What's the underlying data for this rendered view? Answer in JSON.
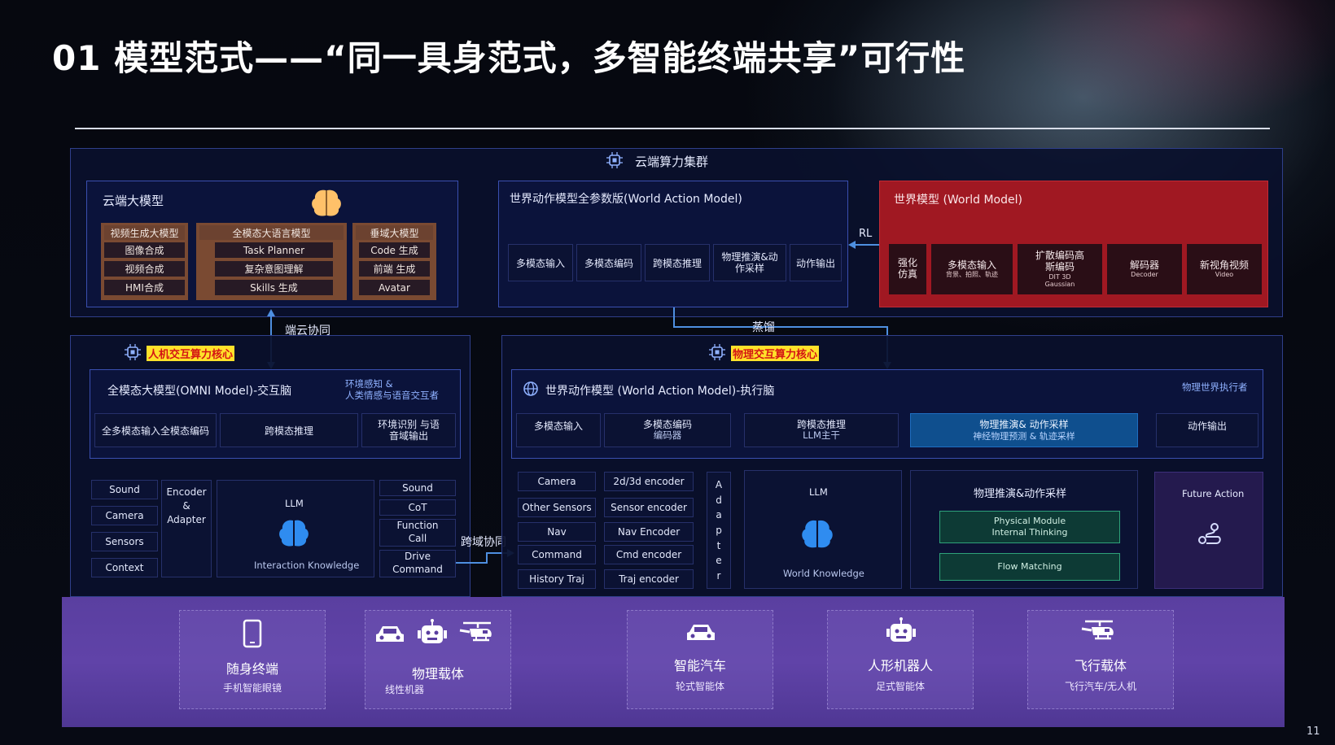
{
  "title": "01 模型范式——“同一具身范式，多智能终端共享”可行性",
  "cloud": {
    "label": "云端算力集群",
    "big_model": {
      "title": "云端大模型",
      "col1": [
        "视频生成大模型",
        "图像合成",
        "视频合成",
        "HMI合成"
      ],
      "col2": [
        "全模态大语言模型",
        "Task Planner",
        "复杂意图理解",
        "Skills 生成"
      ],
      "col3": [
        "垂域大模型",
        "Code 生成",
        "前端 生成",
        "Avatar"
      ]
    },
    "wam_full": {
      "title": "世界动作模型全参数版(World Action Model)",
      "cells": [
        "多模态输入",
        "多模态编码",
        "跨模态推理",
        "物理推演&动作采样",
        "动作输出"
      ]
    },
    "rl_label": "RL",
    "world_model": {
      "title": "世界模型 (World Model)",
      "cells": [
        {
          "main": "强化仿真",
          "sub": ""
        },
        {
          "main": "多模态输入",
          "sub": "背景、拍照、轨迹"
        },
        {
          "main": "扩散编码高斯编码",
          "sub": "DIT 3D Gaussian"
        },
        {
          "main": "解码器",
          "sub": "Decoder"
        },
        {
          "main": "新视角视频",
          "sub": "Video"
        }
      ]
    }
  },
  "edge_cloud_label": "端云协同",
  "distill_label": "蒸馏",
  "cross_domain_label": "跨域协同",
  "hci": {
    "badge": "人机交互算力核心",
    "omni_title": "全模态大模型(OMNI Model)-交互脑",
    "omni_note_1": "环境感知 &",
    "omni_note_2": "人类情感与语音交互者",
    "row": [
      "全多模态输入全模态编码",
      "跨模态推理",
      "环境识别 与语音域输出"
    ],
    "inputs": [
      "Sound",
      "Camera",
      "Sensors",
      "Context"
    ],
    "encoder": "Encoder & Adapter",
    "llm": "LLM",
    "llm_caption": "Interaction Knowledge",
    "outputs": [
      "Sound",
      "CoT",
      "Function Call",
      "Drive Command"
    ]
  },
  "phys": {
    "badge": "物理交互算力核心",
    "wam_title": "世界动作模型 (World Action Model)-执行脑",
    "wam_note": "物理世界执行者",
    "row": [
      {
        "main": "多模态输入",
        "sub": ""
      },
      {
        "main": "多模态编码",
        "sub": "编码器"
      },
      {
        "main": "跨模态推理",
        "sub": "LLM主干"
      },
      {
        "main": "物理推演& 动作采样",
        "sub": "神经物理预测 & 轨迹采样"
      },
      {
        "main": "动作输出",
        "sub": ""
      }
    ],
    "inputs": [
      "Camera",
      "Other Sensors",
      "Nav",
      "Command",
      "History Traj"
    ],
    "encoders": [
      "2d/3d encoder",
      "Sensor encoder",
      "Nav Encoder",
      "Cmd encoder",
      "Traj encoder"
    ],
    "adapter_letters": [
      "A",
      "d",
      "a",
      "p",
      "t",
      "e",
      "r"
    ],
    "llm": "LLM",
    "llm_caption": "World Knowledge",
    "sampling_title": "物理推演&动作采样",
    "physical_module_1": "Physical Module",
    "physical_module_2": "Internal Thinking",
    "flow_matching": "Flow Matching",
    "future_action": "Future Action"
  },
  "devices": [
    {
      "name": "随身终端",
      "sub": "手机智能眼镜",
      "icons": [
        "phone-icon"
      ]
    },
    {
      "name": "物理载体",
      "sub": "线性机器",
      "icons": [
        "car-icon",
        "robot-icon",
        "helicopter-icon"
      ]
    },
    {
      "name": "智能汽车",
      "sub": "轮式智能体",
      "icons": [
        "car-icon"
      ]
    },
    {
      "name": "人形机器人",
      "sub": "足式智能体",
      "icons": [
        "robot-icon"
      ]
    },
    {
      "name": "飞行载体",
      "sub": "飞行汽车/无人机",
      "icons": [
        "helicopter-icon"
      ]
    }
  ],
  "page_number": "11",
  "colors": {
    "badge_bg": "#ffe12a",
    "badge_text": "#d41414",
    "world_model": "#a01822",
    "device_band": "#5a3fa0",
    "highlight_blue": "#0f4f8e"
  }
}
